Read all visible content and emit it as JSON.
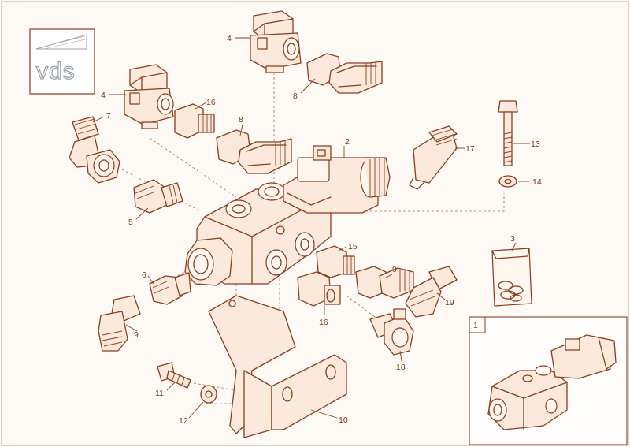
{
  "logo": {
    "text": "vds"
  },
  "callouts": [
    {
      "id": "c1",
      "label": "1"
    },
    {
      "id": "c2",
      "label": "2"
    },
    {
      "id": "c3",
      "label": "3"
    },
    {
      "id": "c4a",
      "label": "4"
    },
    {
      "id": "c4b",
      "label": "4"
    },
    {
      "id": "c5",
      "label": "5"
    },
    {
      "id": "c6",
      "label": "6"
    },
    {
      "id": "c7",
      "label": "7"
    },
    {
      "id": "c8a",
      "label": "8"
    },
    {
      "id": "c8b",
      "label": "8"
    },
    {
      "id": "c9a",
      "label": "9"
    },
    {
      "id": "c9b",
      "label": "9"
    },
    {
      "id": "c10",
      "label": "10"
    },
    {
      "id": "c11",
      "label": "11"
    },
    {
      "id": "c12",
      "label": "12"
    },
    {
      "id": "c13",
      "label": "13"
    },
    {
      "id": "c14",
      "label": "14"
    },
    {
      "id": "c15",
      "label": "15"
    },
    {
      "id": "c16a",
      "label": "16"
    },
    {
      "id": "c16b",
      "label": "16"
    },
    {
      "id": "c17",
      "label": "17"
    },
    {
      "id": "c18",
      "label": "18"
    },
    {
      "id": "c19",
      "label": "19"
    }
  ],
  "colors": {
    "ink": "#8a3d1e",
    "part_fill": "#fbe9dc",
    "background": "#fdfaf6"
  }
}
